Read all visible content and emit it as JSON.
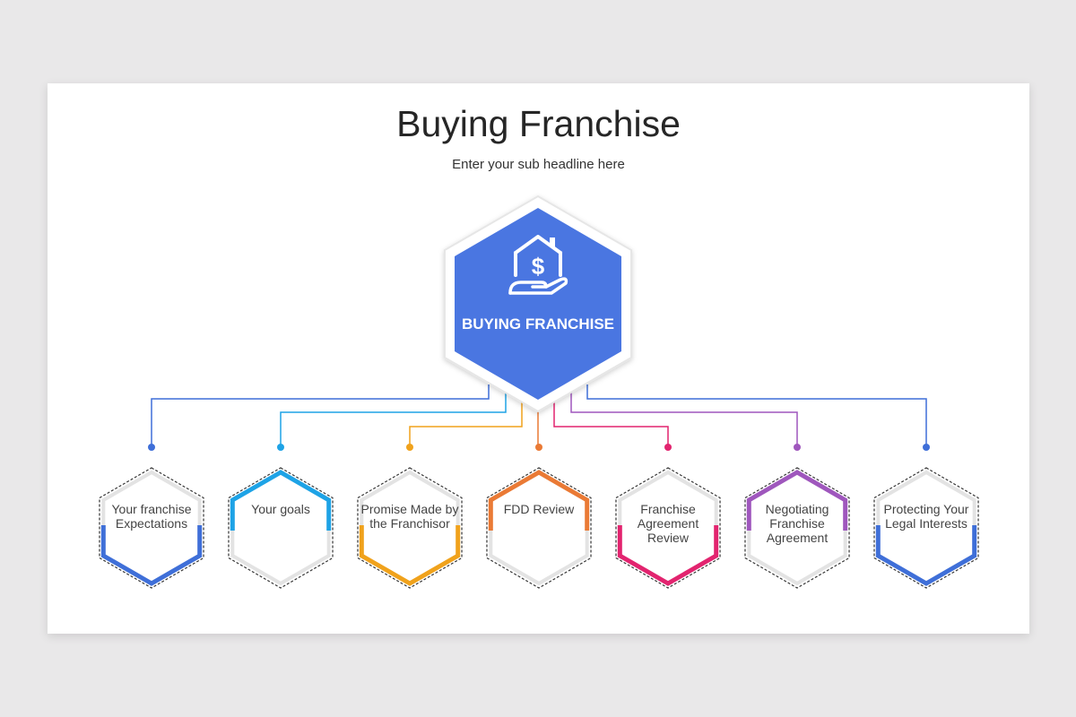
{
  "slide": {
    "title": "Buying Franchise",
    "subtitle": "Enter your sub headline here"
  },
  "center": {
    "label": "BUYING FRANCHISE",
    "icon": "house-dollar-hand-icon",
    "color": "#4a76e1"
  },
  "nodes": [
    {
      "label": "Your franchise Expectations",
      "color": "#3f6fd8",
      "accent": "bottom"
    },
    {
      "label": "Your goals",
      "color": "#1ea3e6",
      "accent": "top"
    },
    {
      "label": "Promise Made by the Franchisor",
      "color": "#f0a21c",
      "accent": "bottom"
    },
    {
      "label": "FDD Review",
      "color": "#ea7a35",
      "accent": "top"
    },
    {
      "label": "Franchise Agreement Review",
      "color": "#e2246f",
      "accent": "bottom"
    },
    {
      "label": "Negotiating Franchise Agreement",
      "color": "#9f57bd",
      "accent": "top"
    },
    {
      "label": "Protecting Your Legal Interests",
      "color": "#3f6fd8",
      "accent": "bottom"
    }
  ]
}
